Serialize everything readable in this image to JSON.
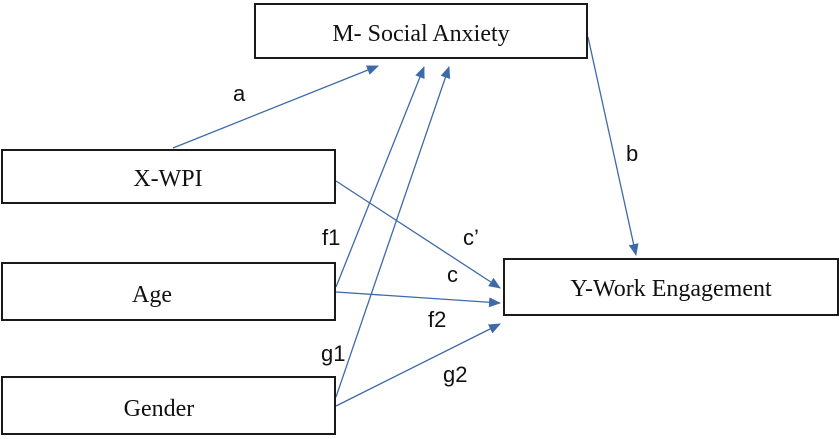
{
  "nodes": {
    "mediator": "M- Social Anxiety",
    "x": "X-WPI",
    "age": "Age",
    "gender": "Gender",
    "y": "Y-Work Engagement"
  },
  "paths": {
    "a": "a",
    "b": "b",
    "c_prime": "c’",
    "c": "c",
    "f1": "f1",
    "f2": "f2",
    "g1": "g1",
    "g2": "g2"
  },
  "colors": {
    "arrow": "#3d6aa8",
    "box_border": "#1a1a1a"
  }
}
